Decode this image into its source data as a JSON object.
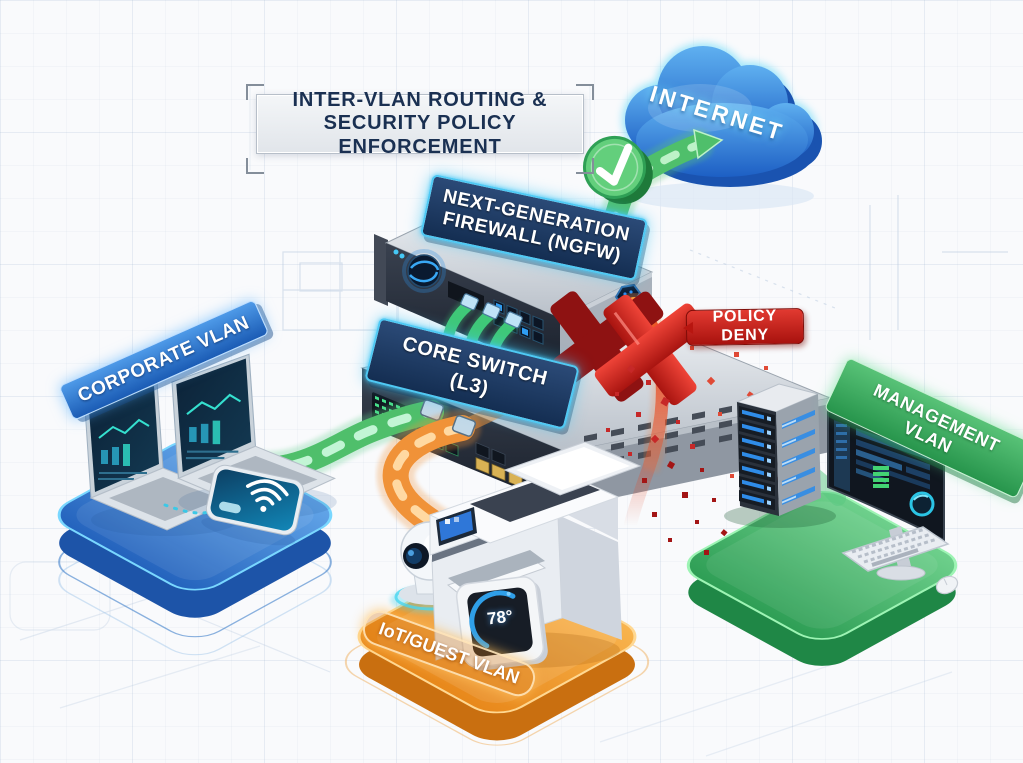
{
  "title": {
    "line1": "INTER-VLAN ROUTING &",
    "line2": "SECURITY POLICY ENFORCEMENT"
  },
  "internet": {
    "label": "INTERNET"
  },
  "firewall": {
    "label_line1": "NEXT-GENERATION",
    "label_line2": "FIREWALL (NGFW)"
  },
  "core_switch": {
    "label": "CORE SWITCH (L3)"
  },
  "policy_deny": {
    "label": "POLICY DENY"
  },
  "vlans": {
    "corporate": {
      "label": "CORPORATE VLAN",
      "color": "#2f7cd6",
      "devices": [
        "laptop",
        "laptop",
        "smartphone"
      ]
    },
    "management": {
      "label": "MANAGEMENT VLAN",
      "color": "#35a75c",
      "devices": [
        "server-rack",
        "curved-monitor",
        "keyboard",
        "mouse"
      ]
    },
    "iot_guest": {
      "label": "IoT/GUEST VLAN",
      "color": "#ef8d2a",
      "devices": [
        "security-camera",
        "multifunction-printer",
        "smart-thermostat"
      ]
    }
  },
  "thermostat": {
    "reading": "78°"
  },
  "flows": {
    "allowed_icon": "checkmark-badge",
    "blocked_icon": "x-mark"
  },
  "colors": {
    "allowed_green": "#4fbf6b",
    "blocked_orange": "#f09238",
    "deny_red": "#c9201d",
    "banner_navy": "#1d3c63",
    "glow_cyan": "#4cc8f4",
    "cloud_blue": "#2f7cd6"
  }
}
